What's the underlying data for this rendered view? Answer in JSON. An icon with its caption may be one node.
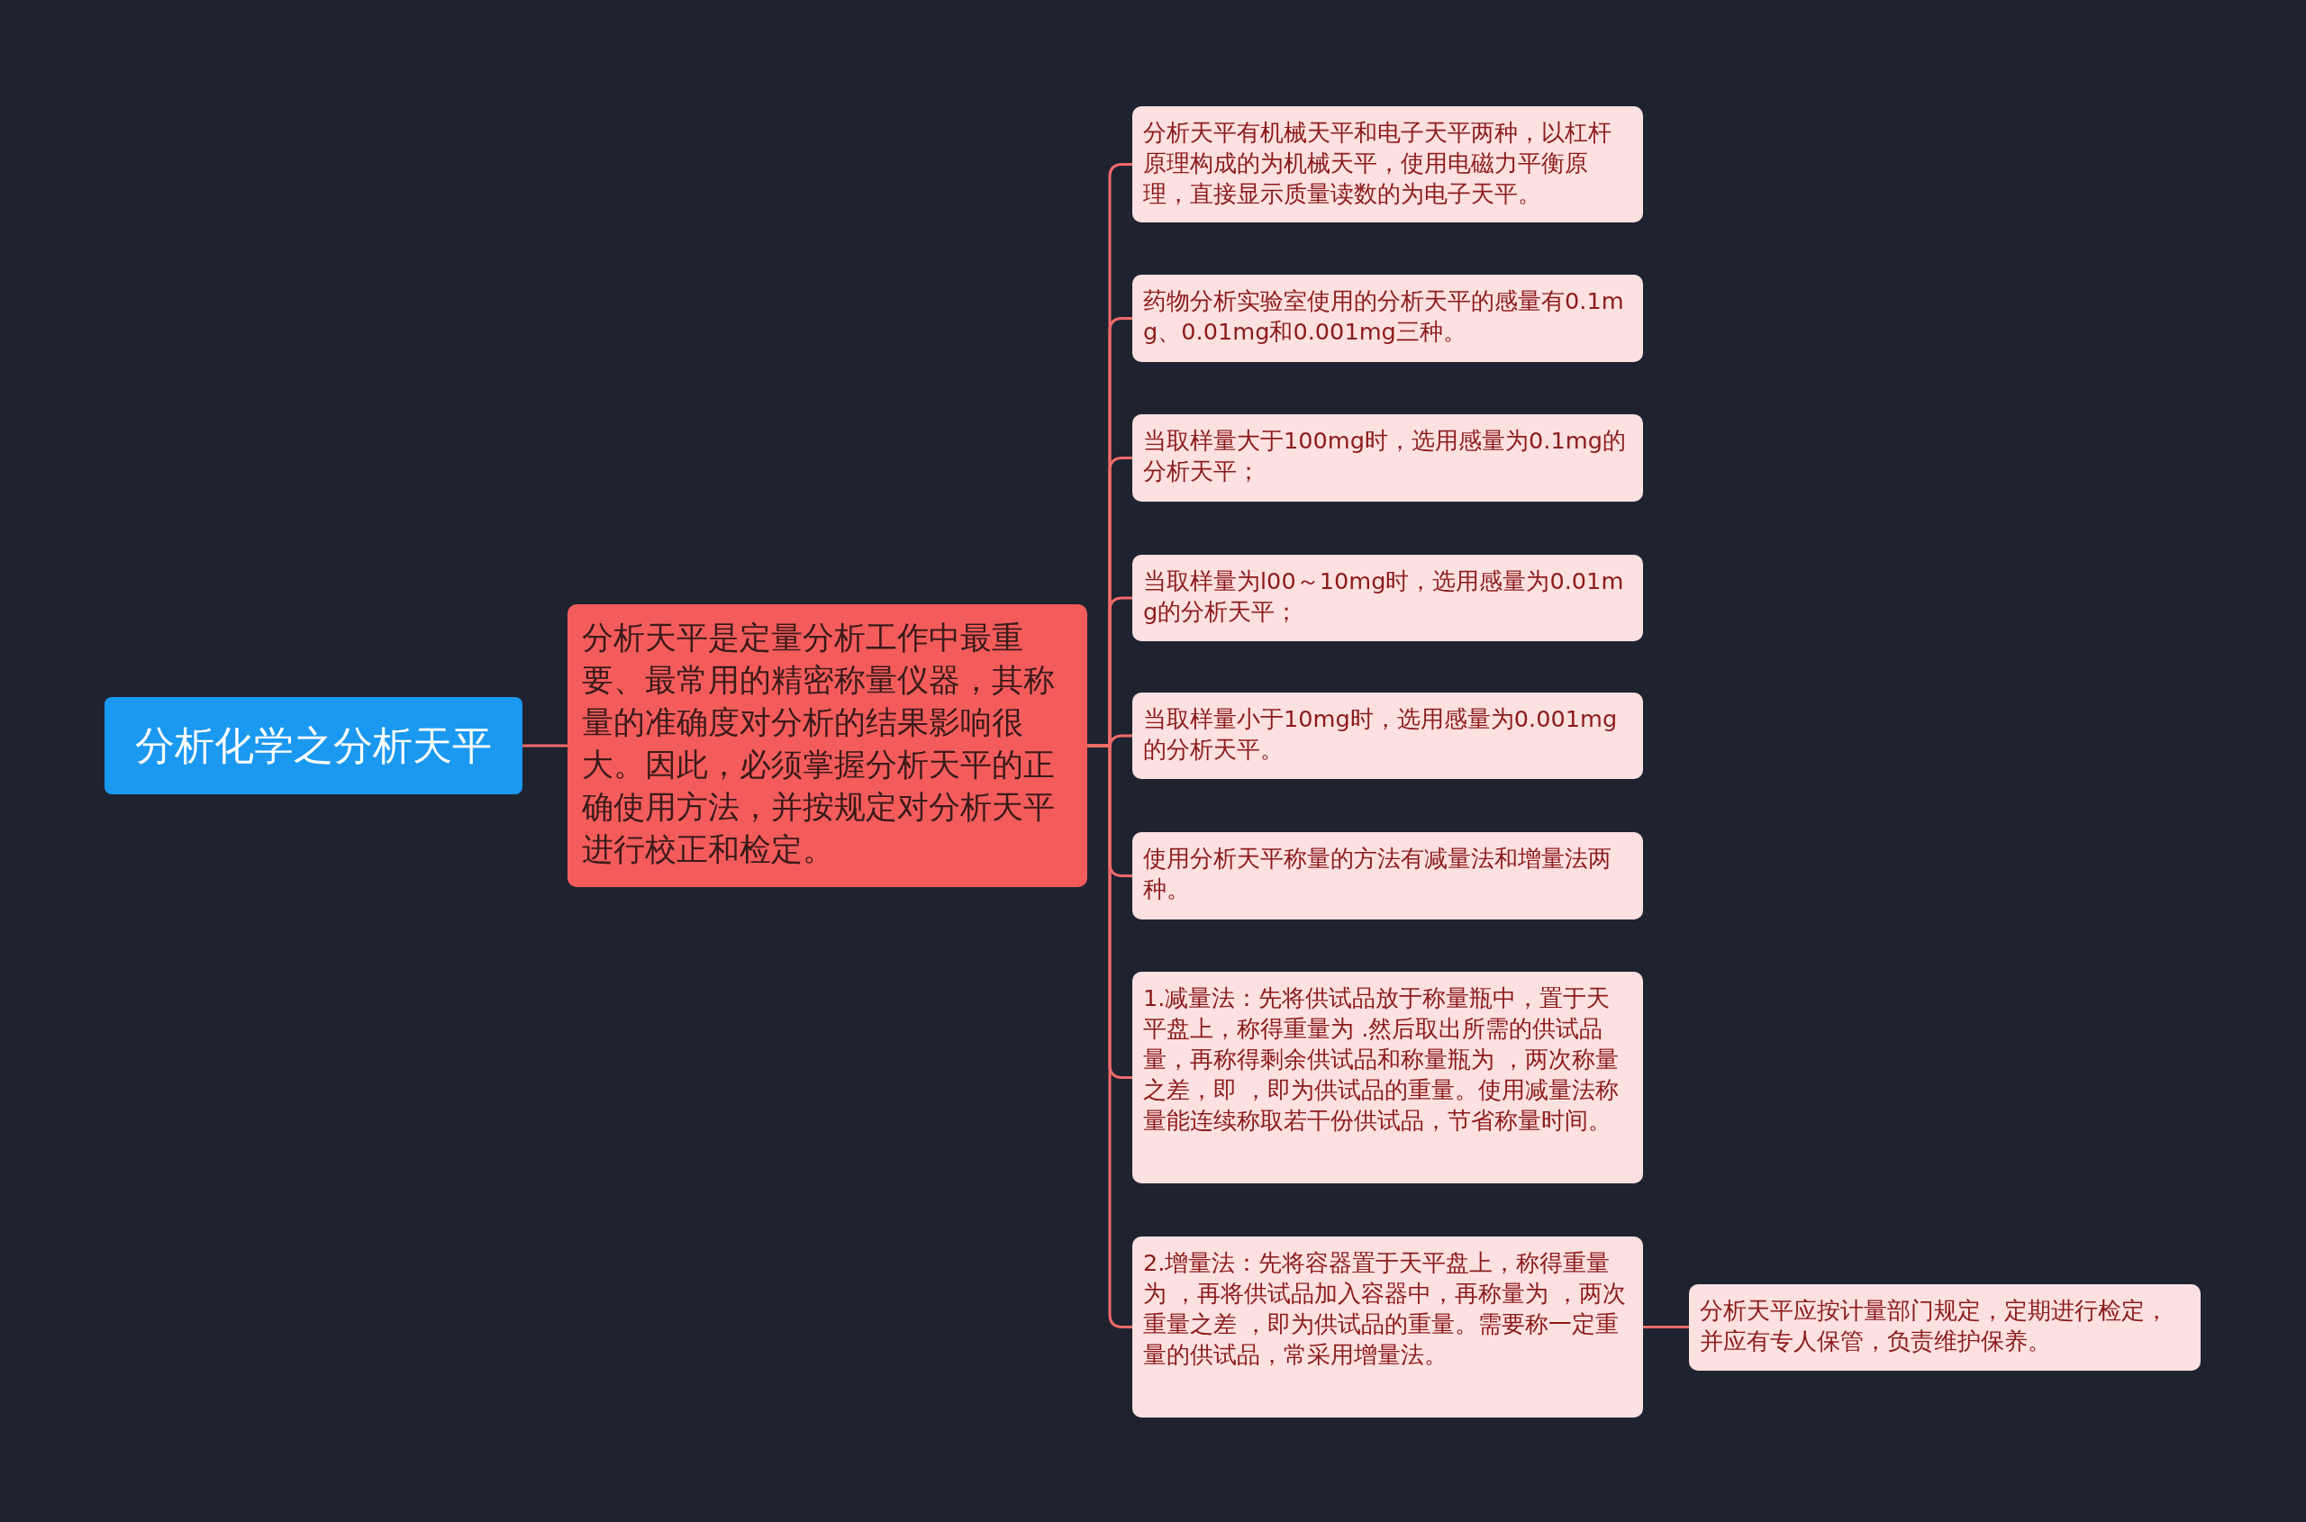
{
  "diagram": {
    "nodes": [
      {
        "text": [
          "分析化学之分析天平"
        ]
      },
      {
        "text": [
          "分析天平是定量分析工作中最重要、最常用的精密称量仪器，其称量的准确度对分析的结果影响很大。因此，必须掌握分析天平的正确使用方法，并按规定对分析天平进行校正和检定。"
        ]
      },
      {
        "text": [
          "分析天平有机械天平和电子天平两种，以杠杆原理构成的为机械天平，使用电磁力平衡原理，直接显示质量读数的为电子天平。"
        ]
      },
      {
        "text": [
          "药物分析实验室使用的分析天平的感量有0.1mg、0.01mg和0.001mg三种。"
        ]
      },
      {
        "text": [
          "当取样量大于100mg时，选用感量为0.1mg的分析天平；"
        ]
      },
      {
        "text": [
          "当取样量为l00～10mg时，选用感量为0.01mg的分析天平；"
        ]
      },
      {
        "text": [
          "当取样量小于10mg时，选用感量为0.001mg的分析天平。"
        ]
      },
      {
        "text": [
          "使用分析天平称量的方法有减量法和增量法两种。"
        ]
      },
      {
        "text": [
          "1.减量法：先将供试品放于称量瓶中，置于天平盘上，称得重量为 .然后取出所需的供试品量，再称得剩余供试品和称量瓶为 ，两次称量之差，即 ，即为供试品的重量。使用减量法称量能连续称取若干份供试品，节省称量时间。"
        ]
      },
      {
        "text": [
          "2.增量法：先将容器置于天平盘上，称得重量为 ，再将供试品加入容器中，再称量为 ，两次重量之差 ，即为供试品的重量。需要称一定重量的供试品，常采用增量法。"
        ]
      },
      {
        "text": [
          "分析天平应按计量部门规定，定期进行检定，并应有专人保管，负责维护保养。"
        ]
      }
    ],
    "edges": [
      {
        "from": 0,
        "to": 1,
        "arrow": "none"
      },
      {
        "from": 1,
        "to": 2,
        "arrow": "none"
      },
      {
        "from": 1,
        "to": 3,
        "arrow": "none"
      },
      {
        "from": 1,
        "to": 4,
        "arrow": "none"
      },
      {
        "from": 1,
        "to": 5,
        "arrow": "none"
      },
      {
        "from": 1,
        "to": 6,
        "arrow": "none"
      },
      {
        "from": 1,
        "to": 7,
        "arrow": "none"
      },
      {
        "from": 1,
        "to": 8,
        "arrow": "none"
      },
      {
        "from": 1,
        "to": 9,
        "arrow": "none"
      },
      {
        "from": 9,
        "to": 10,
        "arrow": "none"
      }
    ]
  }
}
